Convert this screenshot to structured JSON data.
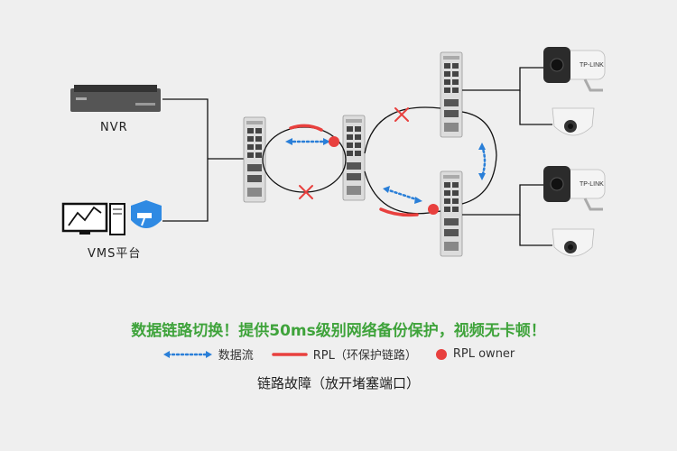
{
  "labels": {
    "nvr": "NVR",
    "vms": "VMS平台",
    "camera_brand": "TP-LINK"
  },
  "headline": "数据链路切换！提供50ms级别网络备份保护，视频无卡顿！",
  "legend": {
    "data_flow": "数据流",
    "rpl": "RPL（环保护链路）",
    "rpl_owner": "RPL owner"
  },
  "caption": "链路故障（放开堵塞端口）",
  "colors": {
    "headline_green": "#3fa33b",
    "rpl_red": "#e8403e",
    "data_flow_blue": "#2a7fd8",
    "vms_shield_blue": "#2f8ae3"
  }
}
